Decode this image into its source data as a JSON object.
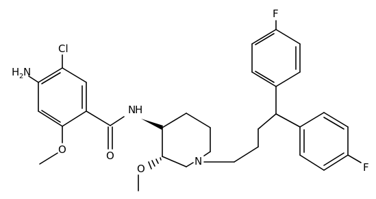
{
  "structure": {
    "atoms": {
      "cl": "Cl",
      "amino_h": "H",
      "amino_sub": "2",
      "amino_n": "N",
      "amide_n": "N",
      "amide_nh": "H",
      "amide_o": "O",
      "aryl_ome_o": "O",
      "pip_ome_o": "O",
      "pip_n": "N",
      "f_top": "F",
      "f_bottom": "F"
    }
  }
}
